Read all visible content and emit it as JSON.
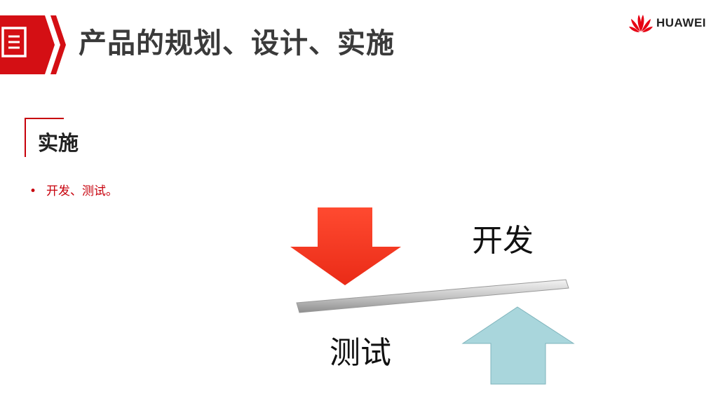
{
  "header": {
    "title": "产品的规划、设计、实施",
    "badge_icon": "document-list-icon",
    "accent_color": "#c7000b"
  },
  "logo": {
    "text": "HUAWEI",
    "icon": "huawei-petal-logo",
    "color": "#e60012"
  },
  "section": {
    "title": "实施"
  },
  "bullets": [
    "开发、测试。"
  ],
  "diagram": {
    "label_top": "开发",
    "label_bottom": "测试",
    "down_arrow_color": "#f03a24",
    "up_arrow_color": "#a9d6dc",
    "beam_color": "#c8c8c8"
  }
}
